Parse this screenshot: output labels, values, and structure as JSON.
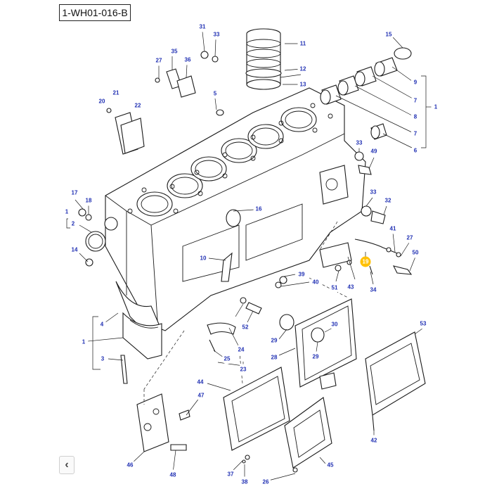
{
  "diagram": {
    "reference_code": "1-WH01-016-B",
    "back_button_label": "‹",
    "callouts": [
      {
        "label": "1"
      },
      {
        "label": "2"
      },
      {
        "label": "3"
      },
      {
        "label": "4"
      },
      {
        "label": "5"
      },
      {
        "label": "6"
      },
      {
        "label": "7"
      },
      {
        "label": "7"
      },
      {
        "label": "8"
      },
      {
        "label": "9"
      },
      {
        "label": "10"
      },
      {
        "label": "11"
      },
      {
        "label": "12"
      },
      {
        "label": "13"
      },
      {
        "label": "14"
      },
      {
        "label": "15"
      },
      {
        "label": "16"
      },
      {
        "label": "17"
      },
      {
        "label": "18"
      },
      {
        "label": "19",
        "highlight": true
      },
      {
        "label": "20"
      },
      {
        "label": "21"
      },
      {
        "label": "22"
      },
      {
        "label": "23"
      },
      {
        "label": "24"
      },
      {
        "label": "25"
      },
      {
        "label": "26"
      },
      {
        "label": "27"
      },
      {
        "label": "27"
      },
      {
        "label": "28"
      },
      {
        "label": "29"
      },
      {
        "label": "29"
      },
      {
        "label": "30"
      },
      {
        "label": "31"
      },
      {
        "label": "32"
      },
      {
        "label": "33"
      },
      {
        "label": "33"
      },
      {
        "label": "33"
      },
      {
        "label": "34"
      },
      {
        "label": "35"
      },
      {
        "label": "36"
      },
      {
        "label": "37"
      },
      {
        "label": "38"
      },
      {
        "label": "39"
      },
      {
        "label": "40"
      },
      {
        "label": "41"
      },
      {
        "label": "42"
      },
      {
        "label": "43"
      },
      {
        "label": "44"
      },
      {
        "label": "45"
      },
      {
        "label": "46"
      },
      {
        "label": "47"
      },
      {
        "label": "48"
      },
      {
        "label": "49"
      },
      {
        "label": "50"
      },
      {
        "label": "51"
      },
      {
        "label": "52"
      },
      {
        "label": "53"
      },
      {
        "label": "1"
      },
      {
        "label": "1"
      }
    ]
  }
}
